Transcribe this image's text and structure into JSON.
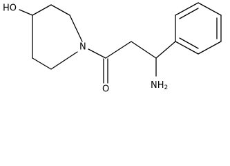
{
  "structure": {
    "atom_labels": {
      "hydroxyl": "HO",
      "nitrogen": "N",
      "oxygen": "O",
      "amine": "NH",
      "amine_subscript": "2"
    }
  }
}
